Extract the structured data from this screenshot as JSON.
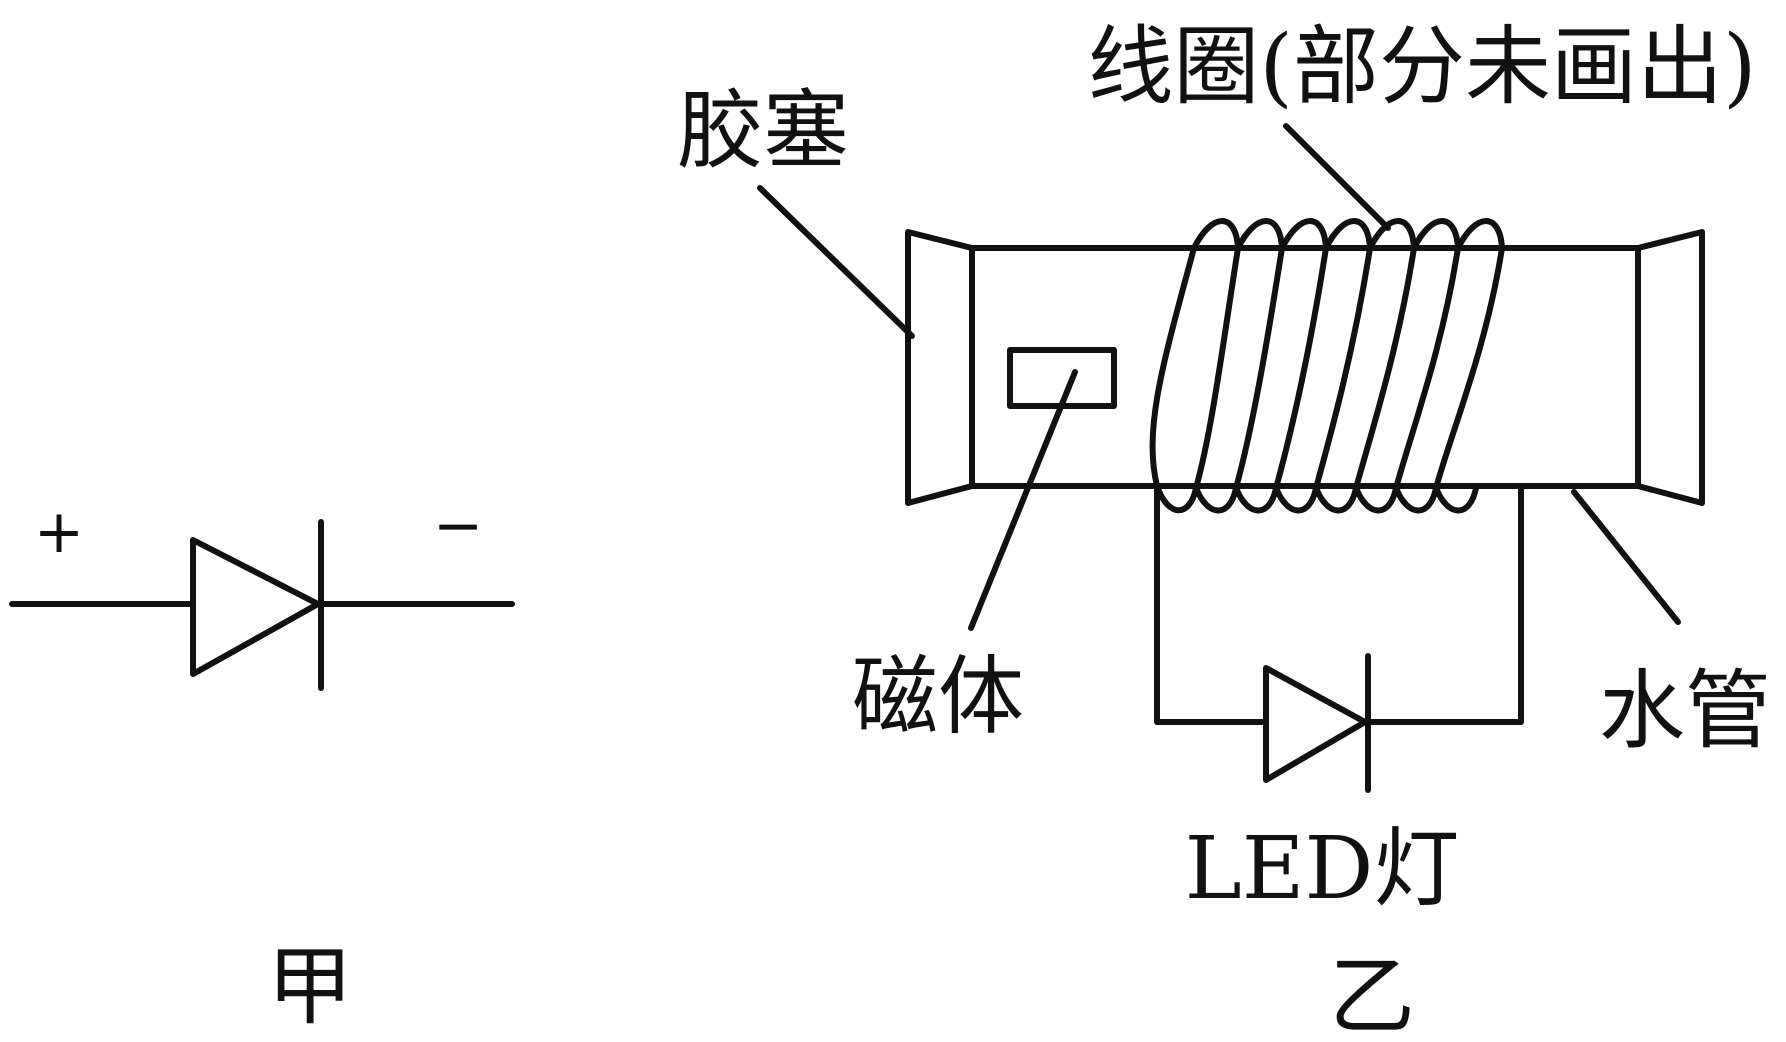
{
  "figure_a": {
    "caption": "甲",
    "plus_sign": "+",
    "minus_sign": "−"
  },
  "figure_b": {
    "caption": "乙",
    "labels": {
      "stopper": "胶塞",
      "coil": "线圈(部分未画出)",
      "magnet": "磁体",
      "pipe": "水管",
      "led": "LED灯"
    }
  },
  "colors": {
    "line": "#111111",
    "magnet_fill": "#c8c8c8",
    "background": "#ffffff"
  }
}
